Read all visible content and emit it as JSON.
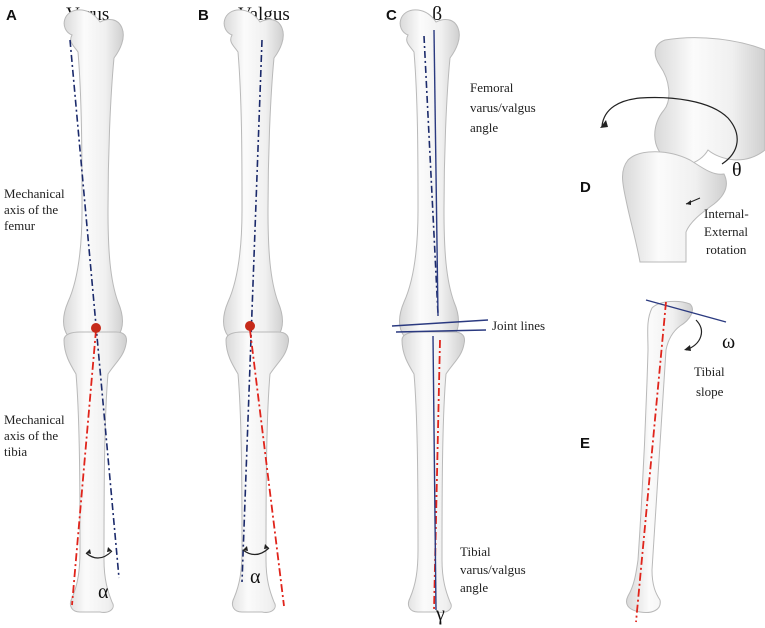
{
  "panels": {
    "A": {
      "letter": "A",
      "title": "Varus"
    },
    "B": {
      "letter": "B",
      "title": "Valgus"
    },
    "C": {
      "letter": "C"
    },
    "D": {
      "letter": "D"
    },
    "E": {
      "letter": "E"
    }
  },
  "labels": {
    "femur_axis": [
      "Mechanical",
      "axis of the",
      "femur"
    ],
    "tibia_axis": [
      "Mechanical",
      "axis of the",
      "tibia"
    ],
    "femoral_angle": [
      "Femoral",
      "varus/valgus",
      "angle"
    ],
    "joint_lines": "Joint lines",
    "tibial_angle": [
      "Tibial",
      "varus/valgus",
      "angle"
    ],
    "rotation": [
      "Internal-",
      "External",
      "rotation"
    ],
    "tibial_slope": [
      "Tibial",
      "slope"
    ]
  },
  "symbols": {
    "alpha_a": "α",
    "alpha_b": "α",
    "beta": "β",
    "gamma": "γ",
    "theta": "θ",
    "omega": "ω"
  },
  "colors": {
    "femur_axis": "#1b2a6b",
    "tibia_axis": "#e0241b",
    "joint_center": "#c62a1a",
    "bone": "#f2f2f2"
  }
}
